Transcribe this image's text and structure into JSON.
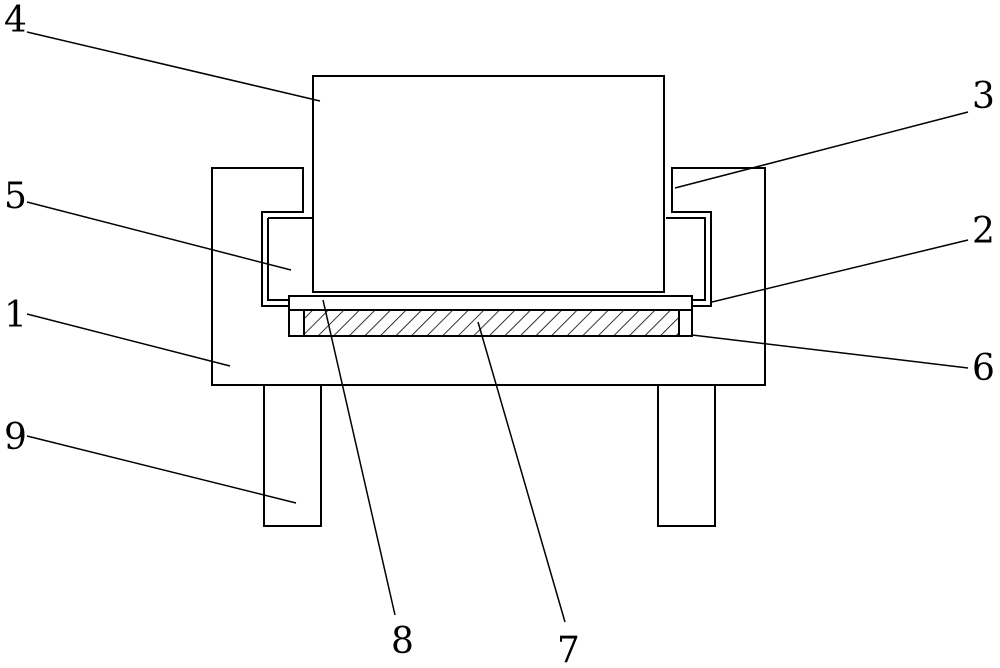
{
  "labels": {
    "frame": "1",
    "connecting_plate": "2",
    "fixing_block": "3",
    "upper_block": "4",
    "clamp_slot": "5",
    "lower_plate": "6",
    "hatched_pad": "7",
    "top_strip": "8",
    "support_leg": "9"
  },
  "colors": {
    "line": "#000000",
    "background": "#ffffff"
  }
}
